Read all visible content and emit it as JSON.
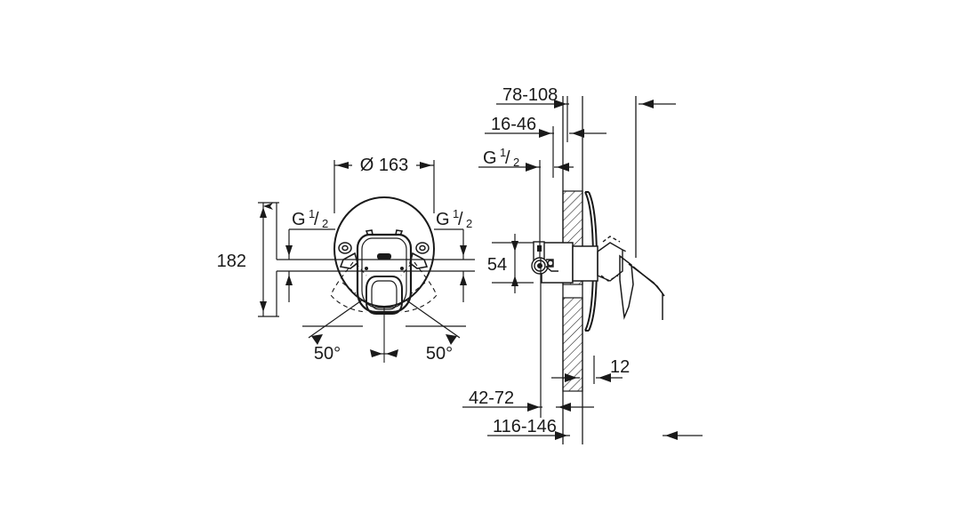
{
  "document": {
    "type": "technical-drawing",
    "title": "Concealed single-lever bath mixer installation drawing",
    "background_color": "#ffffff",
    "line_color": "#1a1a1a",
    "units": "mm"
  },
  "front_view": {
    "name": "front-view",
    "dimensions": {
      "diameter": "Ø 163",
      "height": "182",
      "inlet_left": "G",
      "inlet_left_fraction_num": "1",
      "inlet_left_fraction_den": "2",
      "inlet_right": "G",
      "inlet_right_fraction_num": "1",
      "inlet_right_fraction_den": "2",
      "angle_left": "50°",
      "angle_right": "50°"
    }
  },
  "side_view": {
    "name": "side-section-view",
    "dimensions": {
      "depth_max": "78-108",
      "depth_mid": "16-46",
      "inlet_thread": "G",
      "inlet_thread_fraction_num": "1",
      "inlet_thread_fraction_den": "2",
      "center_height": "54",
      "plate_thickness": "12",
      "wall_min": "42-72",
      "wall_max": "116-146"
    }
  },
  "annotations": {
    "diameter_symbol": "Ø",
    "degree_symbol": "°"
  }
}
